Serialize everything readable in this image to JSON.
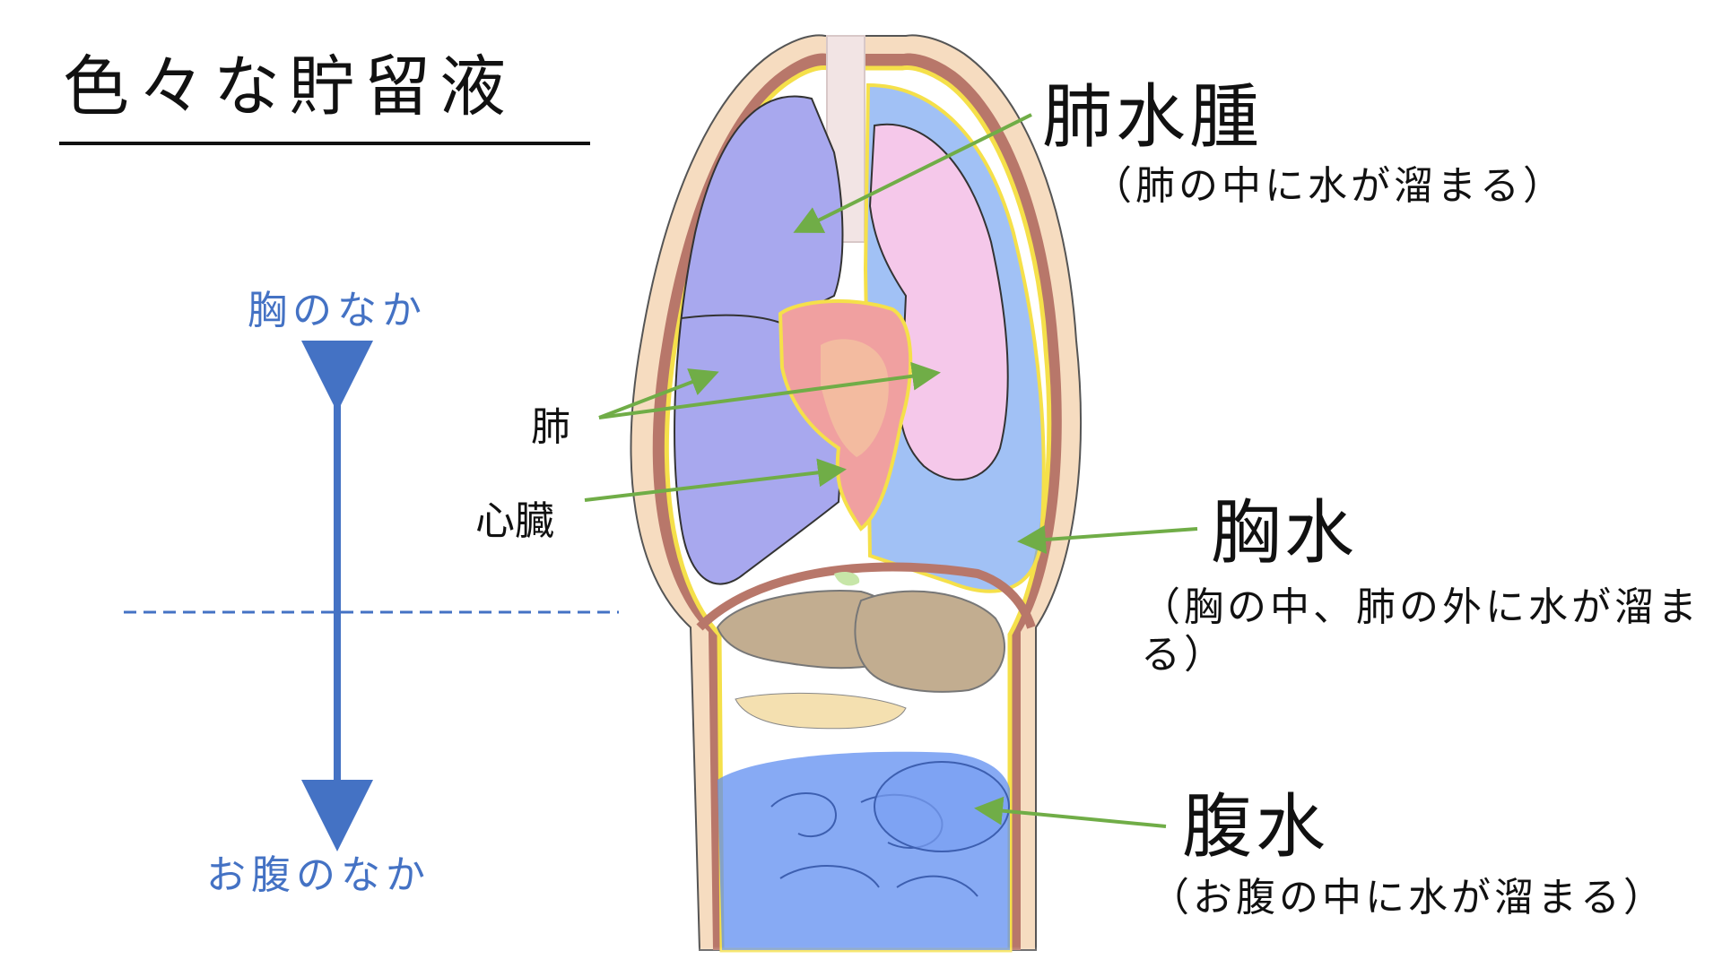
{
  "title": "色々な貯留液",
  "regions": {
    "chest": "胸のなか",
    "abdomen": "お腹のなか"
  },
  "organs": {
    "lung": "肺",
    "heart": "心臓"
  },
  "conditions": {
    "pulmonary_edema": {
      "name": "肺水腫",
      "description": "（肺の中に水が溜まる）"
    },
    "pleural_effusion": {
      "name": "胸水",
      "description": "（胸の中、肺の外に水が溜まる）"
    },
    "ascites": {
      "name": "腹水",
      "description": "（お腹の中に水が溜まる）"
    }
  },
  "colors": {
    "accent_blue": "#4472c4",
    "arrow_green": "#70ad47",
    "fluid_blue": "#6f9ff0",
    "lung_left": "#a8a8ee",
    "lung_right": "#f5c8ea",
    "skin": "#f6dcc0",
    "muscle": "#b8776a",
    "membrane_yellow": "#f5e04a"
  }
}
